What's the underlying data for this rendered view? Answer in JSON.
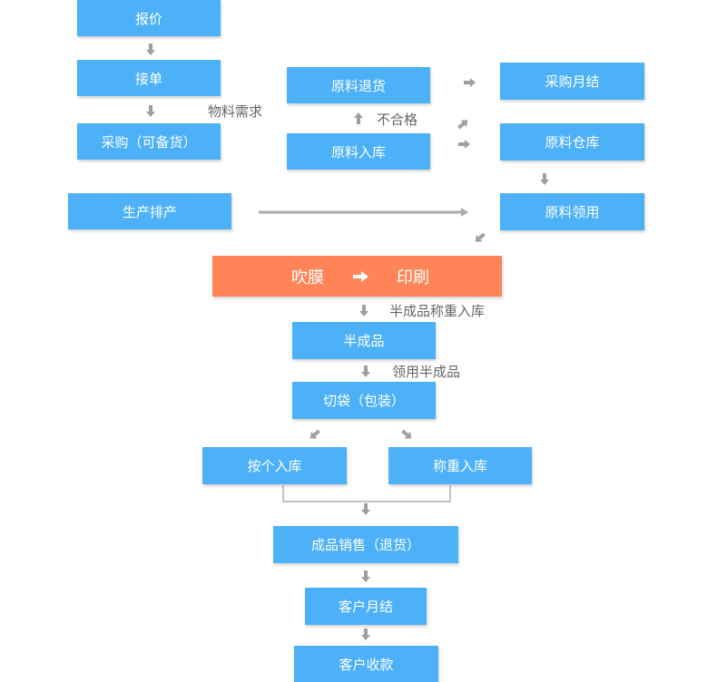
{
  "nodes": {
    "quote": "报价",
    "receive_order": "接单",
    "purchase": "采购（可备货）",
    "production_schedule": "生产排产",
    "material_return": "原料退货",
    "material_inbound": "原料入库",
    "purchase_monthly": "采购月结",
    "material_warehouse": "原料仓库",
    "material_requisition": "原料领用",
    "blown_film": "吹膜",
    "printing": "印刷",
    "semi_finished": "半成品",
    "bag_cutting": "切袋（包装）",
    "inbound_by_piece": "按个入库",
    "inbound_by_weight": "称重入库",
    "sales": "成品销售（退货）",
    "customer_monthly": "客户月结",
    "customer_payment": "客户收款"
  },
  "labels": {
    "material_demand": "物料需求",
    "unqualified": "不合格",
    "semi_weigh_inbound": "半成品称重入库",
    "semi_requisition": "领用半成品"
  },
  "colors": {
    "box_fill": "#4db1f7",
    "highlight_fill": "#ff8558",
    "arrow": "#9f9f9f",
    "label_text": "#666666"
  }
}
